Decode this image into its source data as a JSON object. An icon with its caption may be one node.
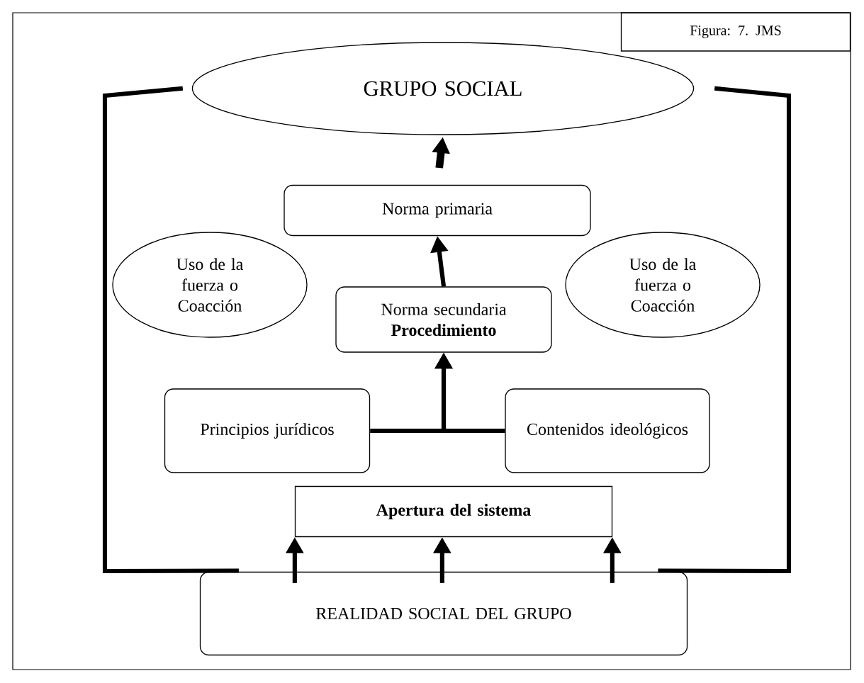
{
  "diagram": {
    "nodes": [
      {
        "text": [
          "Figura: 7. JMS"
        ]
      },
      {
        "text": [
          "GRUPO SOCIAL"
        ]
      },
      {
        "text": [
          "Norma primaria"
        ]
      },
      {
        "text": [
          "Uso de la fuerza o Coacción"
        ]
      },
      {
        "text": [
          "Norma secundaria",
          "Procedimiento"
        ]
      },
      {
        "text": [
          "Uso de la fuerza o Coacción"
        ]
      },
      {
        "text": [
          "Principios jurídicos"
        ]
      },
      {
        "text": [
          "Contenidos ideológicos"
        ]
      },
      {
        "text": [
          "Apertura del sistema"
        ]
      },
      {
        "text": [
          "REALIDAD SOCIAL DEL GRUPO"
        ]
      }
    ],
    "edges": [
      {
        "from": 2,
        "to": 1,
        "arrow": "to"
      },
      {
        "from": 4,
        "to": 2,
        "arrow": "to"
      },
      {
        "from": 6,
        "to": 4,
        "arrow": "to"
      },
      {
        "from": 7,
        "to": 4,
        "arrow": "to"
      },
      {
        "from": 9,
        "to": 8,
        "arrow": "to"
      },
      {
        "from": 9,
        "to": 8,
        "arrow": "to"
      },
      {
        "from": 9,
        "to": 8,
        "arrow": "to"
      },
      {
        "from": 1,
        "to": 9,
        "arrow": "none"
      },
      {
        "from": 1,
        "to": 9,
        "arrow": "none"
      }
    ]
  }
}
